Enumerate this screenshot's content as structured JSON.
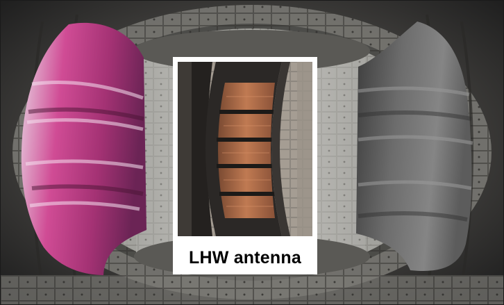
{
  "figure": {
    "caption": "LHW antenna",
    "panels": [
      {
        "name": "visible-camera-view",
        "tint": "#d24e96"
      },
      {
        "name": "infrared-camera-view",
        "tint": "#6f6f6f"
      }
    ],
    "colors": {
      "background": "#ffffff",
      "border": "#1a1a1a",
      "caption_text": "#000000",
      "copper_tiles": "#b06a45"
    }
  }
}
